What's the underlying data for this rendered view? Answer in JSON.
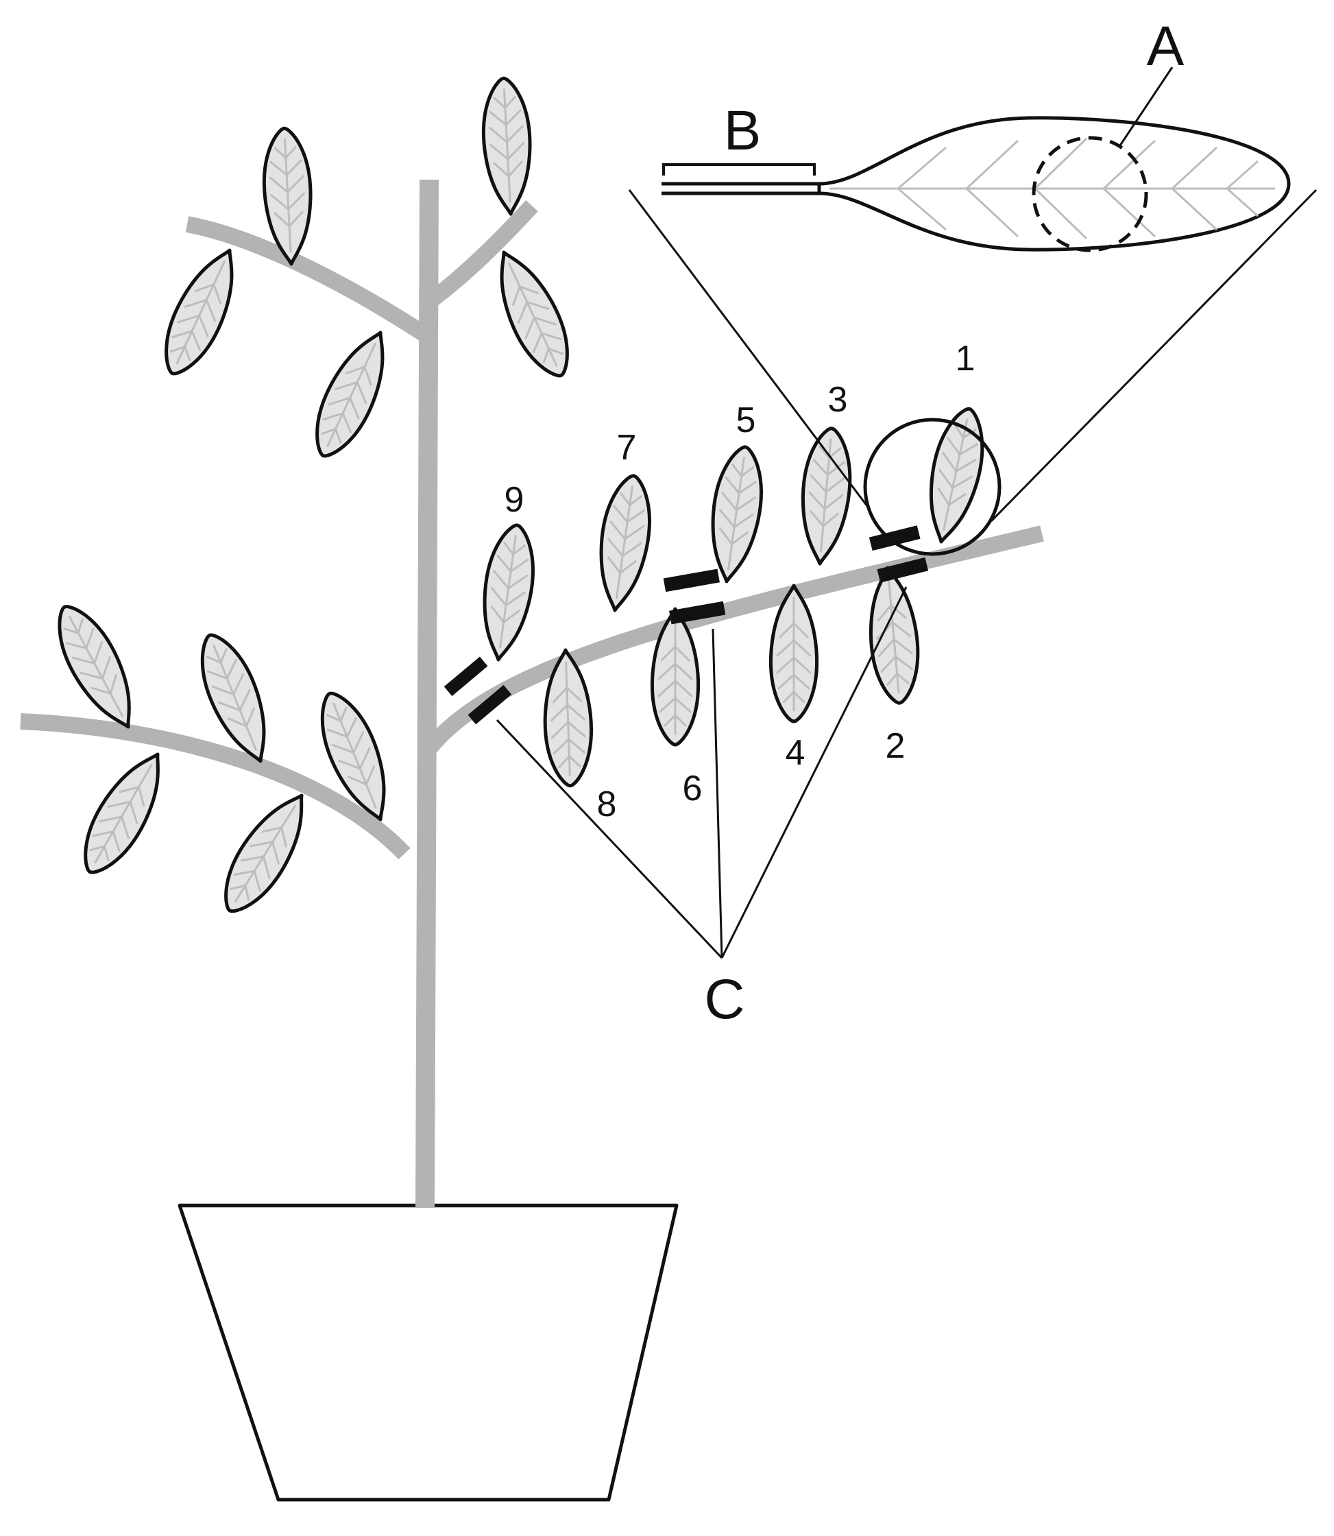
{
  "labels": {
    "A": "A",
    "B": "B",
    "C": "C"
  },
  "leaf_numbers": [
    "1",
    "2",
    "3",
    "4",
    "5",
    "6",
    "7",
    "8",
    "9"
  ],
  "colors": {
    "branch": "#b3b3b3",
    "leaf_fill": "#e3e3e3",
    "vein": "#bdbdbd",
    "outline": "#111111",
    "clamp": "#111111",
    "background": "#ffffff"
  }
}
